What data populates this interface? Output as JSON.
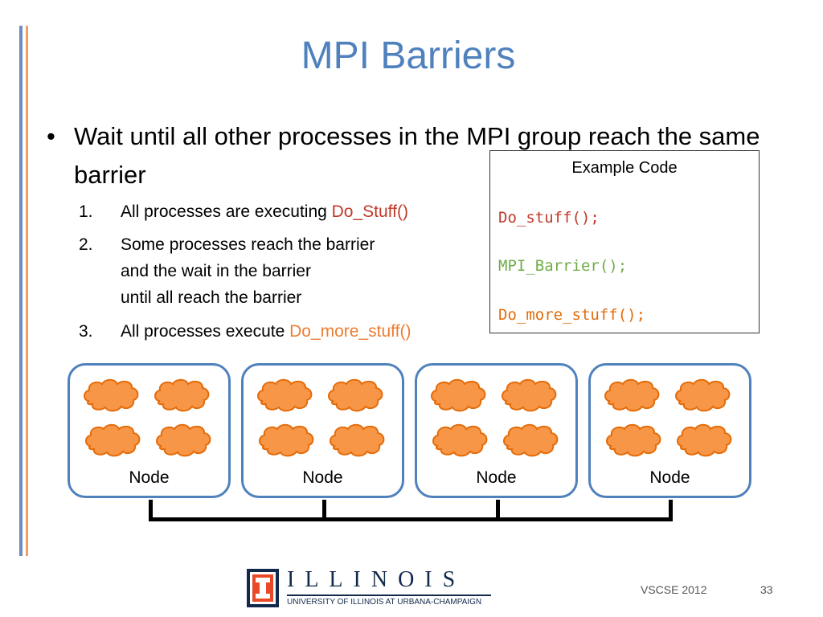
{
  "slide": {
    "title": "MPI Barriers",
    "bullet": "Wait until all other processes in the MPI group reach the same barrier",
    "steps": [
      {
        "num": "1.",
        "lines": [
          "All processes are executing "
        ],
        "highlight": "Do_Stuff()"
      },
      {
        "num": "2.",
        "lines": [
          "Some processes reach the barrier",
          "and the wait in the barrier",
          "until all reach the barrier"
        ]
      },
      {
        "num": "3.",
        "lines": [
          "All processes execute "
        ],
        "highlight": "Do_more_stuff()"
      }
    ],
    "code_box": {
      "caption": "Example Code",
      "lines": [
        "Do_stuff();",
        "MPI_Barrier();",
        "Do_more_stuff();"
      ]
    },
    "nodes": [
      {
        "label": "Node"
      },
      {
        "label": "Node"
      },
      {
        "label": "Node"
      },
      {
        "label": "Node"
      }
    ],
    "footer": {
      "logo_word": "ILLINOIS",
      "logo_sub": "UNIVERSITY OF ILLINOIS AT URBANA-CHAMPAIGN",
      "event": "VSCSE 2012",
      "page": "33"
    }
  },
  "colors": {
    "title": "#4f81bd",
    "cloud_fill": "#f79646",
    "cloud_stroke": "#e46c0a",
    "node_border": "#4f81bd",
    "illinois_blue": "#13294b",
    "illinois_orange": "#e84a27"
  }
}
